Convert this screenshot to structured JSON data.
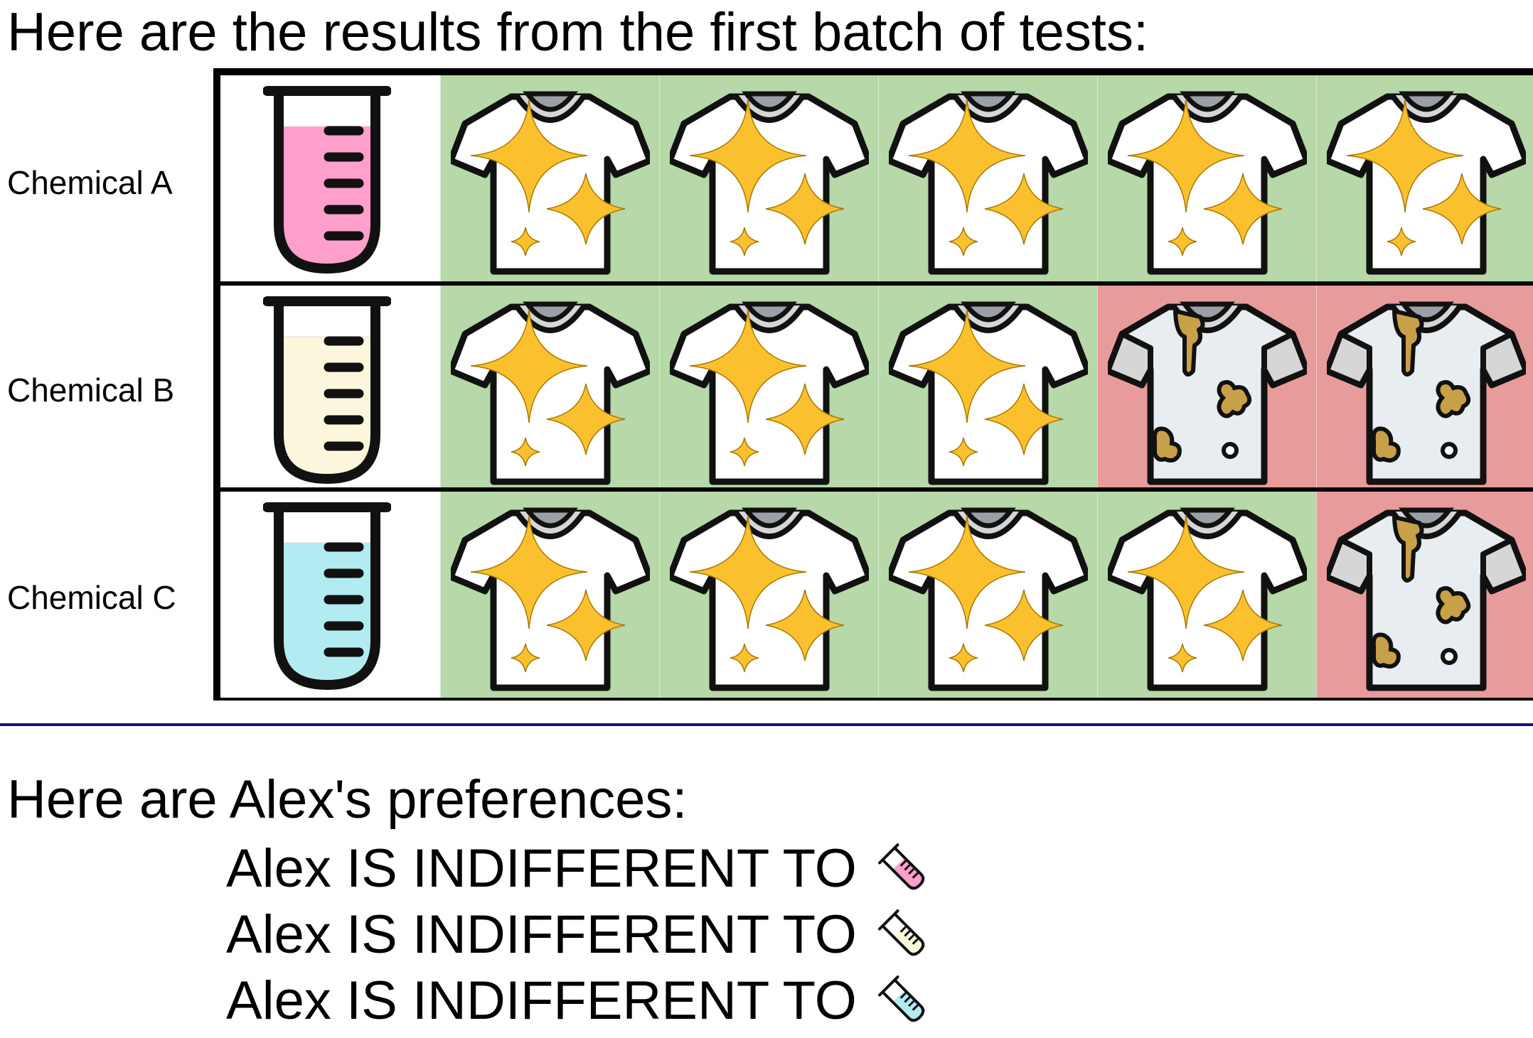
{
  "heading": "Here are the results from the first batch of tests:",
  "rows": [
    {
      "label": "Chemical A",
      "liquid_color": "#ff9fcb",
      "results": [
        "clean",
        "clean",
        "clean",
        "clean",
        "clean"
      ]
    },
    {
      "label": "Chemical B",
      "liquid_color": "#fcf7dc",
      "results": [
        "clean",
        "clean",
        "clean",
        "stained",
        "stained"
      ]
    },
    {
      "label": "Chemical C",
      "liquid_color": "#b2ebf2",
      "results": [
        "clean",
        "clean",
        "clean",
        "clean",
        "stained"
      ]
    }
  ],
  "result_colors": {
    "clean": "#b7d8a8",
    "stained": "#e89b9b"
  },
  "preferences_heading": "Here are Alex's preferences:",
  "preferences": [
    {
      "text": "Alex IS INDIFFERENT TO",
      "icon": "pink-test-tube-icon",
      "color": "#ff9fcb"
    },
    {
      "text": "Alex IS INDIFFERENT TO",
      "icon": "yellow-test-tube-icon",
      "color": "#fcf7dc"
    },
    {
      "text": "Alex IS INDIFFERENT TO",
      "icon": "blue-test-tube-icon",
      "color": "#b2ebf2"
    }
  ]
}
